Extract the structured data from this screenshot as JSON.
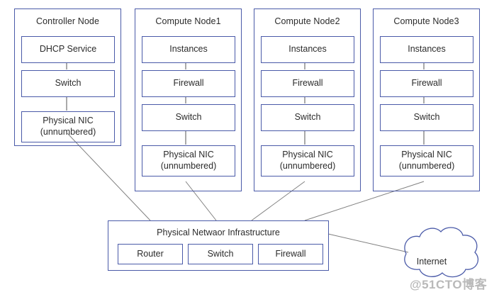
{
  "diagram": {
    "groups": [
      {
        "title": "Controller Node",
        "boxes": [
          {
            "line1": "DHCP Service",
            "line2": ""
          },
          {
            "line1": "Switch",
            "line2": ""
          },
          {
            "line1": "Physical NIC",
            "line2": "(unnumbered)"
          }
        ]
      },
      {
        "title": "Compute Node1",
        "boxes": [
          {
            "line1": "Instances",
            "line2": ""
          },
          {
            "line1": "Firewall",
            "line2": ""
          },
          {
            "line1": "Switch",
            "line2": ""
          },
          {
            "line1": "Physical NIC",
            "line2": "(unnumbered)"
          }
        ]
      },
      {
        "title": "Compute Node2",
        "boxes": [
          {
            "line1": "Instances",
            "line2": ""
          },
          {
            "line1": "Firewall",
            "line2": ""
          },
          {
            "line1": "Switch",
            "line2": ""
          },
          {
            "line1": "Physical NIC",
            "line2": "(unnumbered)"
          }
        ]
      },
      {
        "title": "Compute Node3",
        "boxes": [
          {
            "line1": "Instances",
            "line2": ""
          },
          {
            "line1": "Firewall",
            "line2": ""
          },
          {
            "line1": "Switch",
            "line2": ""
          },
          {
            "line1": "Physical NIC",
            "line2": "(unnumbered)"
          }
        ]
      }
    ],
    "infrastructure": {
      "title": "Physical Netwaor Infrastructure",
      "components": [
        "Router",
        "Switch",
        "Firewall"
      ]
    },
    "cloud": {
      "label": "Internet"
    },
    "watermark": "@51CTO博客",
    "colors": {
      "box_border": "#4a5aa8",
      "connector": "#808080",
      "text": "#2b2b2b",
      "watermark": "#b9b9b9",
      "background": "#ffffff"
    }
  }
}
